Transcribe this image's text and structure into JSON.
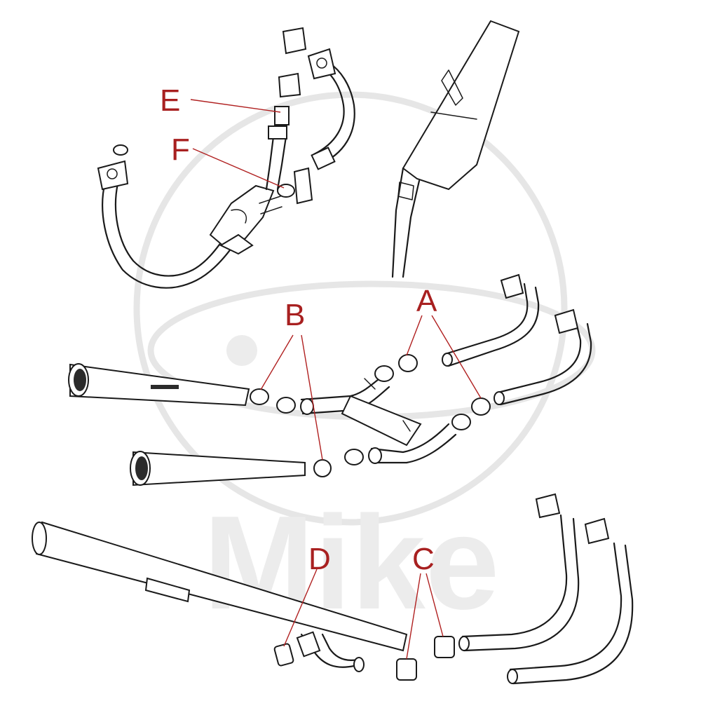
{
  "diagram": {
    "labels": {
      "A": "A",
      "B": "B",
      "C": "C",
      "D": "D",
      "E": "E",
      "F": "F"
    },
    "watermark": "Mike",
    "colors": {
      "label": "#a82020",
      "leader": "#b02020",
      "line": "#1a1a1a",
      "watermark": "#e6e6e6"
    }
  }
}
